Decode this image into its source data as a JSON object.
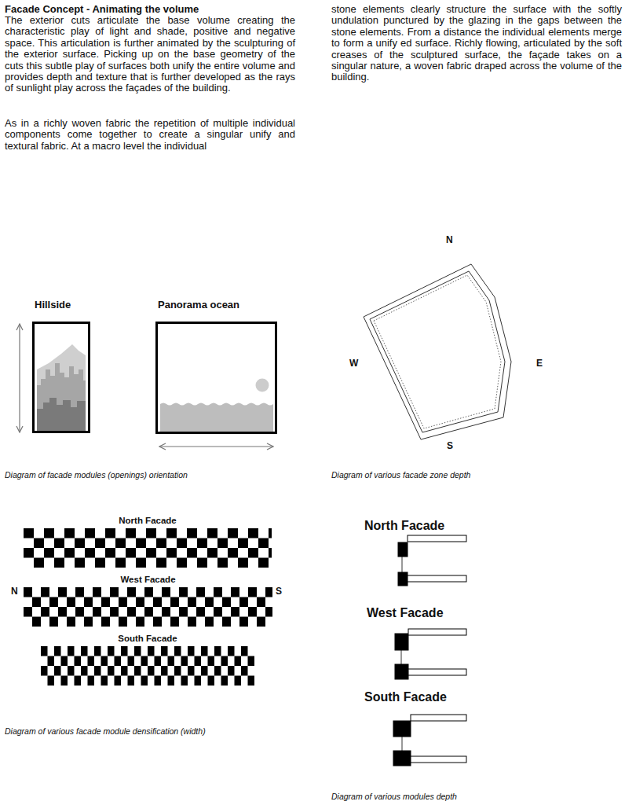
{
  "diagram": {
    "title": "Facade Concept - Animating the volume",
    "nodes": [
      {
        "text": [
          "Hillside"
        ]
      },
      {
        "text": [
          "Panorama ocean"
        ]
      },
      {
        "text": [
          "North Facade"
        ]
      },
      {
        "text": [
          "West Facade"
        ]
      },
      {
        "text": [
          "South Facade"
        ]
      }
    ],
    "labels": [
      "The exterior cuts articulate the base volume creating the characteristic play of light and shade, positive and negative space. This articulation is further animated by the sculpturing of the exterior surface. Picking up on the base geometry of the cuts this subtle play of surfaces both unify the entire volume and provides depth and texture that is further developed as the rays of sunlight play across the façades of the building.",
      "As in a richly woven fabric the repetition of multiple individual components come together to create a singular unify and textural fabric. At a macro level the individual",
      "stone elements clearly structure the surface with the softly undulation punctured by the glazing in the gaps between the stone elements. From a distance the individual elements merge to form a unify ed surface. Richly flowing,  articulated by the soft creases of the sculptured surface, the façade takes on a singular nature, a woven fabric draped across the volume of the building.",
      "N",
      "W",
      "E",
      "S",
      "Diagram of facade modules (openings) orientation",
      "Diagram of various facade zone depth",
      "N",
      "S",
      "Diagram of various facade module densification (width)",
      "North Facade",
      "West Facade",
      "South Facade",
      "Diagram of various modules depth"
    ]
  }
}
